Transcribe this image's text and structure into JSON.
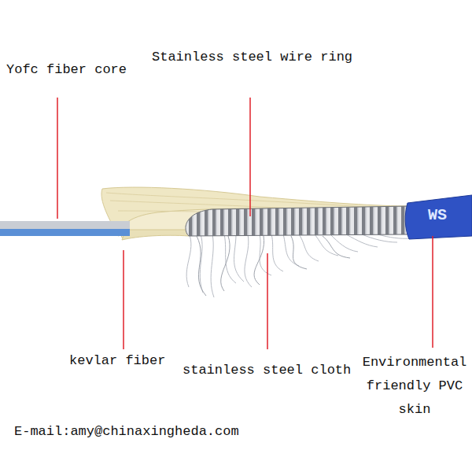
{
  "diagram": {
    "labels": [
      "Yofc fiber core",
      "Stainless steel wire ring",
      "kevlar fiber",
      "stainless steel cloth",
      "Environmental friendly PVC skin",
      "WS",
      "E-mail:amy@chinaxingheda.com"
    ]
  }
}
